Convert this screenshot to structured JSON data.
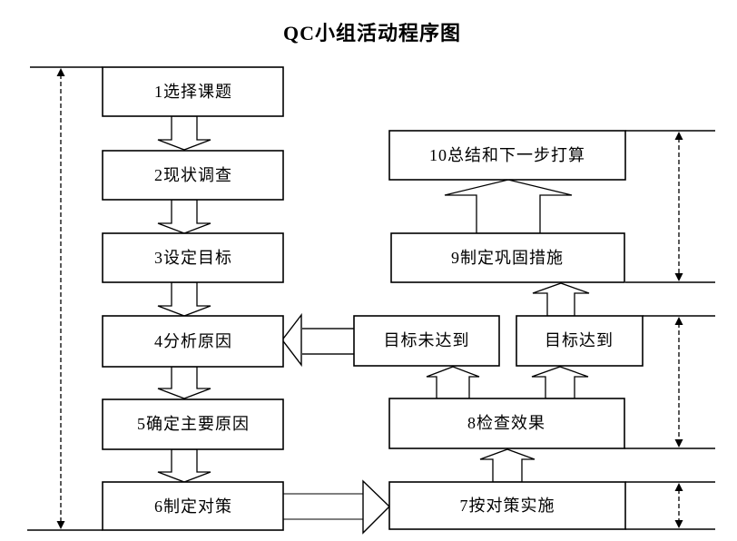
{
  "title": "QC小组活动程序图",
  "boxes": {
    "step1": "1选择课题",
    "step2": "2现状调查",
    "step3": "3设定目标",
    "step4": "4分析原因",
    "step5": "5确定主要原因",
    "step6": "6制定对策",
    "step7": "7按对策实施",
    "step8": "8检查效果",
    "step9": "9制定巩固措施",
    "step10": "10总结和下一步打算",
    "goal_not_met": "目标未达到",
    "goal_met": "目标达到"
  },
  "colors": {
    "line": "#000000",
    "box_fill": "#ffffff",
    "arrow_body_gray": "#7f7f7f",
    "background": "#ffffff"
  }
}
